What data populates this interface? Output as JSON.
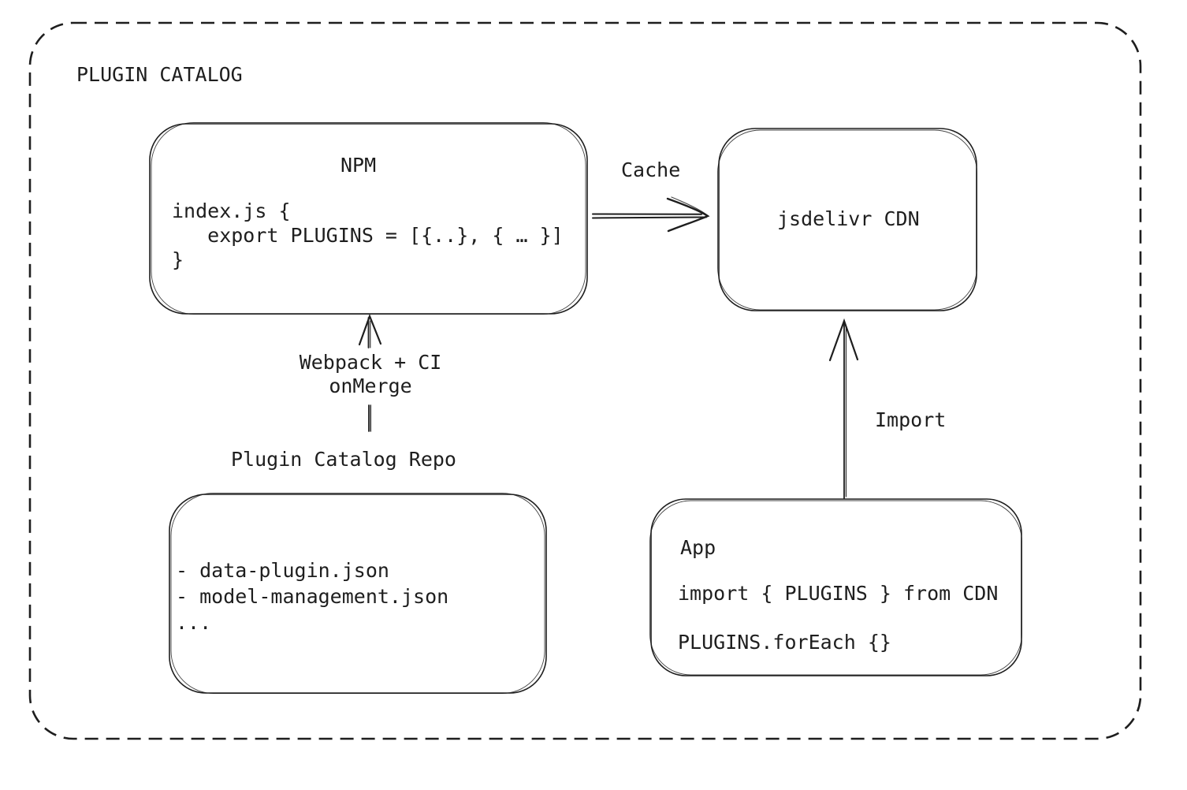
{
  "canvas": {
    "background": "#ffffff",
    "stroke_color": "#1e1e1e"
  },
  "container": {
    "title": "PLUGIN CATALOG"
  },
  "nodes": {
    "npm": {
      "title": "NPM",
      "code": "index.js {\n   export PLUGINS = [{..}, { … }]\n}"
    },
    "cdn": {
      "label": "jsdelivr CDN"
    },
    "repo": {
      "label": "Plugin Catalog Repo",
      "files": "- data-plugin.json\n- model-management.json\n..."
    },
    "app": {
      "title": "App",
      "code_line_1": "import { PLUGINS } from CDN",
      "code_line_2": "PLUGINS.forEach {}"
    }
  },
  "edges": {
    "cache": {
      "label": "Cache",
      "from": "NPM",
      "to": "jsdelivr CDN"
    },
    "build": {
      "label": "Webpack + CI\nonMerge",
      "from": "Plugin Catalog Repo",
      "to": "NPM"
    },
    "import": {
      "label": "Import",
      "from": "App",
      "to": "jsdelivr CDN"
    }
  }
}
